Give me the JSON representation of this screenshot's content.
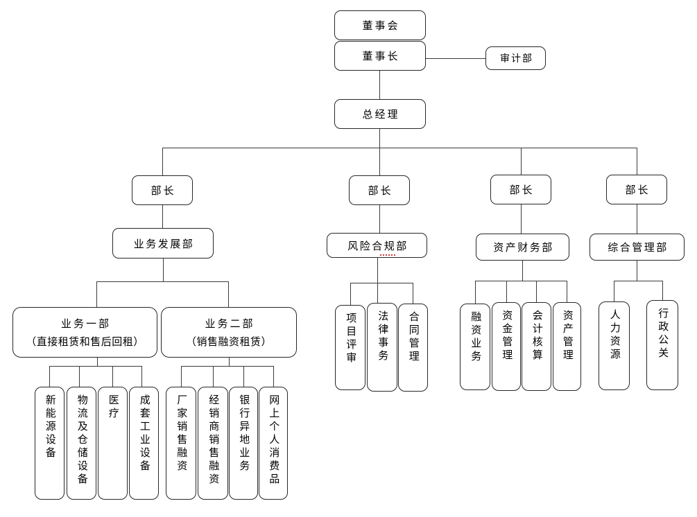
{
  "colors": {
    "background": "#ffffff",
    "line": "#3a3a3a",
    "box_border": "#262626",
    "spellcheck_underline": "#d13838"
  },
  "org": {
    "board": "董事会",
    "chairman": "董事长",
    "audit": "审计部",
    "general_manager": "总经理",
    "ministers": [
      "部长",
      "部长",
      "部长",
      "部长"
    ],
    "departments": [
      "业务发展部",
      "风险合规部",
      "资产财务部",
      "综合管理部"
    ],
    "division1": {
      "title": "业务一部",
      "subtitle": "（直接租赁和售后回租）"
    },
    "division2": {
      "title": "业务二部",
      "subtitle": "（销售融资租赁）"
    },
    "division1_items": [
      "新能源设备",
      "物流及仓储设备",
      "医疗",
      "成套工业设备"
    ],
    "division2_items": [
      "厂家销售融资",
      "经销商销售融资",
      "银行异地业务",
      "网上个人消费品"
    ],
    "risk_items": [
      "项目评审",
      "法律事务",
      "合同管理"
    ],
    "asset_items": [
      "融资业务",
      "资金管理",
      "会计核算",
      "资产管理"
    ],
    "admin_items": [
      "人力资源",
      "行政公关"
    ]
  }
}
